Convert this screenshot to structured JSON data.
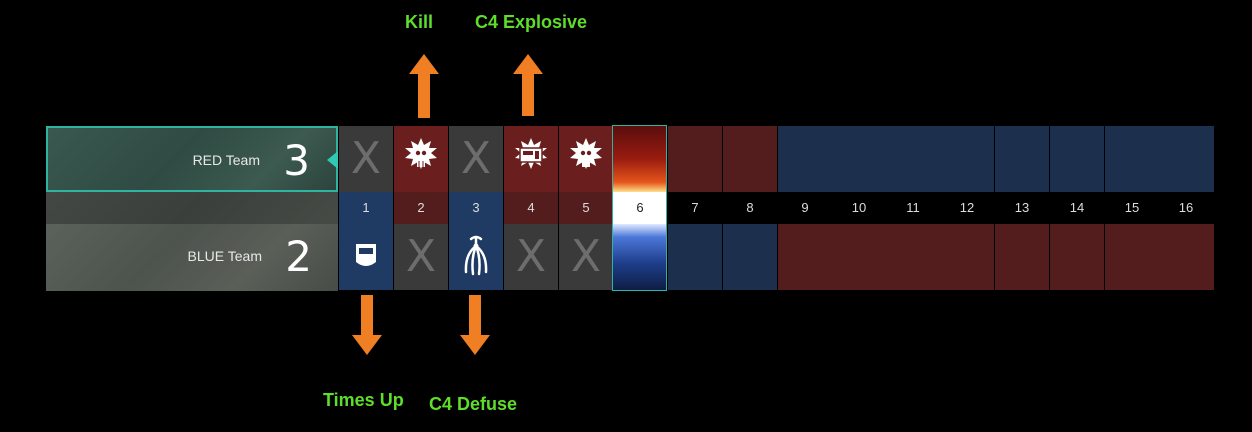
{
  "callouts": {
    "kill": "Kill",
    "c4_explosive": "C4 Explosive",
    "times_up": "Times Up",
    "c4_defuse": "C4 Defuse"
  },
  "teams": {
    "red": {
      "name": "RED Team",
      "score": "3"
    },
    "blue": {
      "name": "BLUE Team",
      "score": "2"
    }
  },
  "rounds": {
    "numbers": [
      "1",
      "2",
      "3",
      "4",
      "5",
      "6",
      "7",
      "8",
      "9",
      "10",
      "11",
      "12",
      "13",
      "14",
      "15",
      "16"
    ],
    "current": "6",
    "red_results": [
      "X",
      "kill-icon",
      "X",
      "c4-explosive-icon",
      "kill-icon"
    ],
    "blue_results": [
      "times-up-icon",
      "X",
      "c4-defuse-icon",
      "X",
      "X"
    ],
    "x_label": "X"
  },
  "colors": {
    "callout_green": "#5fdd2a",
    "arrow_orange": "#f07e22",
    "red_cell": "#6b1e1e",
    "blue_cell": "#1f3a63",
    "highlight_teal": "#2fb3a3"
  }
}
